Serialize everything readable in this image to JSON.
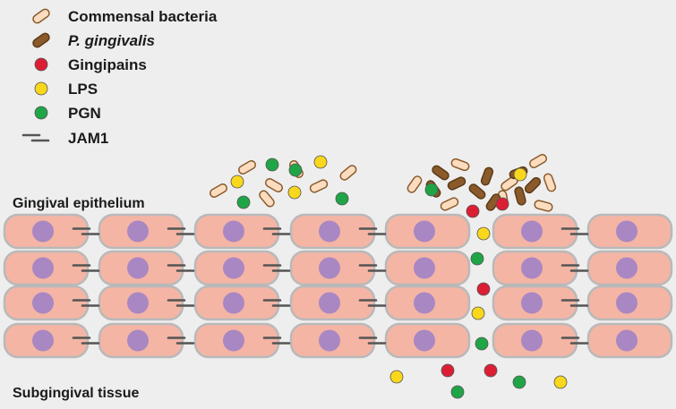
{
  "legend": {
    "items": [
      {
        "kind": "commensal",
        "label": "Commensal bacteria",
        "italic": false
      },
      {
        "kind": "pg",
        "label": "P. gingivalis",
        "italic": true
      },
      {
        "kind": "gingipain",
        "label": "Gingipains",
        "italic": false
      },
      {
        "kind": "lps",
        "label": "LPS",
        "italic": false
      },
      {
        "kind": "pgn",
        "label": "PGN",
        "italic": false
      },
      {
        "kind": "jam",
        "label": "JAM1",
        "italic": false
      }
    ]
  },
  "regions": {
    "epithelium_label": "Gingival epithelium",
    "subgingival_label": "Subgingival tissue"
  },
  "epithelium": {
    "rows": 4,
    "cells_per_row": 7,
    "gap_after_column": 4
  },
  "colors": {
    "background": "#eeeeee",
    "cell_fill": "#f4b5a5",
    "cell_stroke": "#b9b9b9",
    "nucleus": "#a987c2",
    "junction": "#555555",
    "commensal_fill": "#fbdcbf",
    "commensal_stroke": "#8a5a2b",
    "pg_fill": "#8b5a2b",
    "pg_stroke": "#5c3a17",
    "gingipain": "#dc1e34",
    "lps": "#f9d71c",
    "pgn": "#1fa546",
    "dot_stroke": "#555555"
  }
}
